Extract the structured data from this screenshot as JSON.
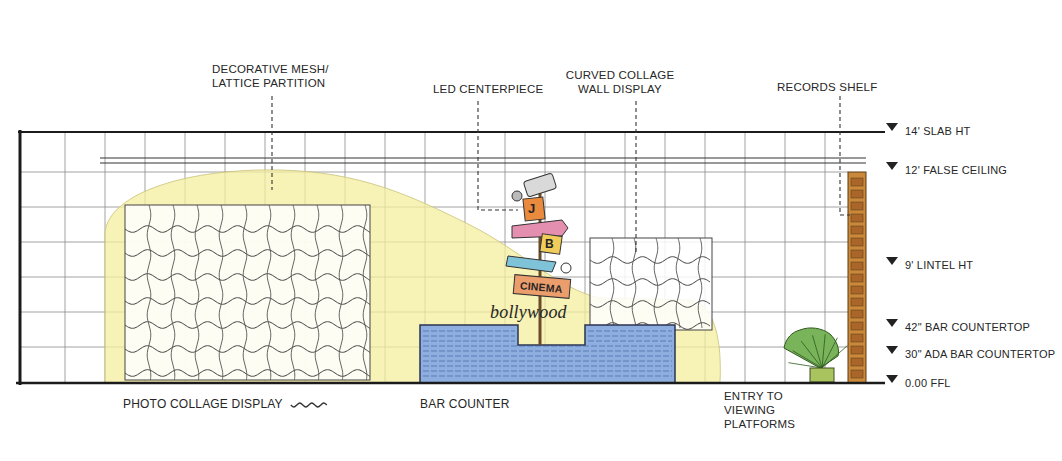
{
  "diagram": {
    "labels": [
      "DECORATIVE MESH/ LATTICE PARTITION",
      "LED CENTERPIECE",
      "CURVED COLLAGE WALL DISPLAY",
      "RECORDS SHELF",
      "14' SLAB HT",
      "12' FALSE CEILING",
      "9' LINTEL HT",
      "42\" BAR COUNTERTOP",
      "30\" ADA BAR COUNTERTOP",
      "0.00 FFL",
      "J",
      "B",
      "CINEMA",
      "bollywood",
      "PHOTO COLLAGE DISPLAY",
      "BAR COUNTER",
      "ENTRY TO VIEWING PLATFORMS"
    ]
  }
}
